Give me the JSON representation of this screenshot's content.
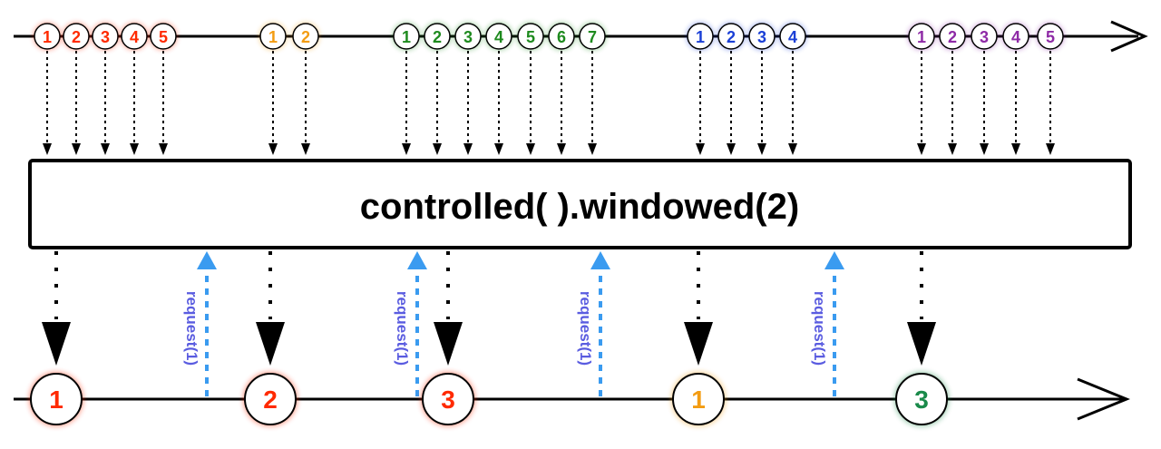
{
  "operator_label": "controlled( ).windowed(2)",
  "request_label": "request(1)",
  "colors": {
    "red": "#ff2a00",
    "orange": "#f39c12",
    "green": "#1e8a1e",
    "blue": "#1a3fd6",
    "purple": "#8e2aa6",
    "request_blue": "#3a9bf0",
    "output_green": "#1a8a4a"
  },
  "input_groups": [
    {
      "color": "red",
      "labels": [
        "1",
        "2",
        "3",
        "4",
        "5"
      ]
    },
    {
      "color": "orange",
      "labels": [
        "1",
        "2"
      ]
    },
    {
      "color": "green",
      "labels": [
        "1",
        "2",
        "3",
        "4",
        "5",
        "6",
        "7"
      ]
    },
    {
      "color": "blue",
      "labels": [
        "1",
        "2",
        "3",
        "4"
      ]
    },
    {
      "color": "purple",
      "labels": [
        "1",
        "2",
        "3",
        "4",
        "5"
      ]
    }
  ],
  "output_items": [
    {
      "label": "1",
      "color": "red"
    },
    {
      "label": "2",
      "color": "red"
    },
    {
      "label": "3",
      "color": "red"
    },
    {
      "label": "1",
      "color": "orange"
    },
    {
      "label": "3",
      "color": "output_green"
    }
  ],
  "request_count": 4
}
